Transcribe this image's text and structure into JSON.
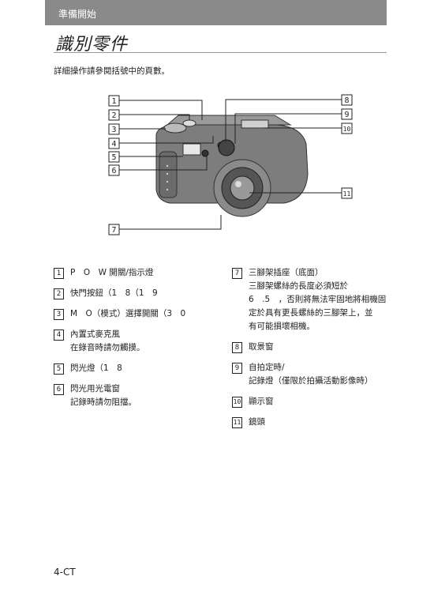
{
  "header": {
    "section": "準備開始"
  },
  "title": "識別零件",
  "intro": "詳細操作請參閱括號中的頁數。",
  "callouts": [
    "1",
    "2",
    "3",
    "4",
    "5",
    "6",
    "7",
    "8",
    "9",
    "10",
    "11"
  ],
  "left_items": [
    {
      "num": "1",
      "lines": [
        "P　O　W 開關/指示燈"
      ]
    },
    {
      "num": "2",
      "lines": [
        "快門按鈕（1　8（1　9"
      ]
    },
    {
      "num": "3",
      "lines": [
        "M　O（模式）選擇開關（3　0"
      ]
    },
    {
      "num": "4",
      "lines": [
        "內置式麥克風",
        "在錄音時請勿觸摸。"
      ]
    },
    {
      "num": "5",
      "lines": [
        "閃光燈（1　8"
      ]
    },
    {
      "num": "6",
      "lines": [
        "閃光用光電窗",
        "記錄時請勿阻擋。"
      ]
    }
  ],
  "right_items": [
    {
      "num": "7",
      "lines": [
        "三腳架插座（底面）",
        "三腳架螺絲的長度必須短於",
        "6　.5　，否則將無法牢固地將相機固",
        "定於具有更長螺絲的三腳架上，並",
        "有可能損壞相機。"
      ]
    },
    {
      "num": "8",
      "lines": [
        "取景窗"
      ]
    },
    {
      "num": "9",
      "lines": [
        "自拍定時/",
        "記錄燈（僅限於拍攝活動影像時）"
      ]
    },
    {
      "num": "10",
      "lines": [
        "顯示窗"
      ]
    },
    {
      "num": "11",
      "lines": [
        "鏡頭"
      ]
    }
  ],
  "footer": {
    "page": "4-CT"
  }
}
